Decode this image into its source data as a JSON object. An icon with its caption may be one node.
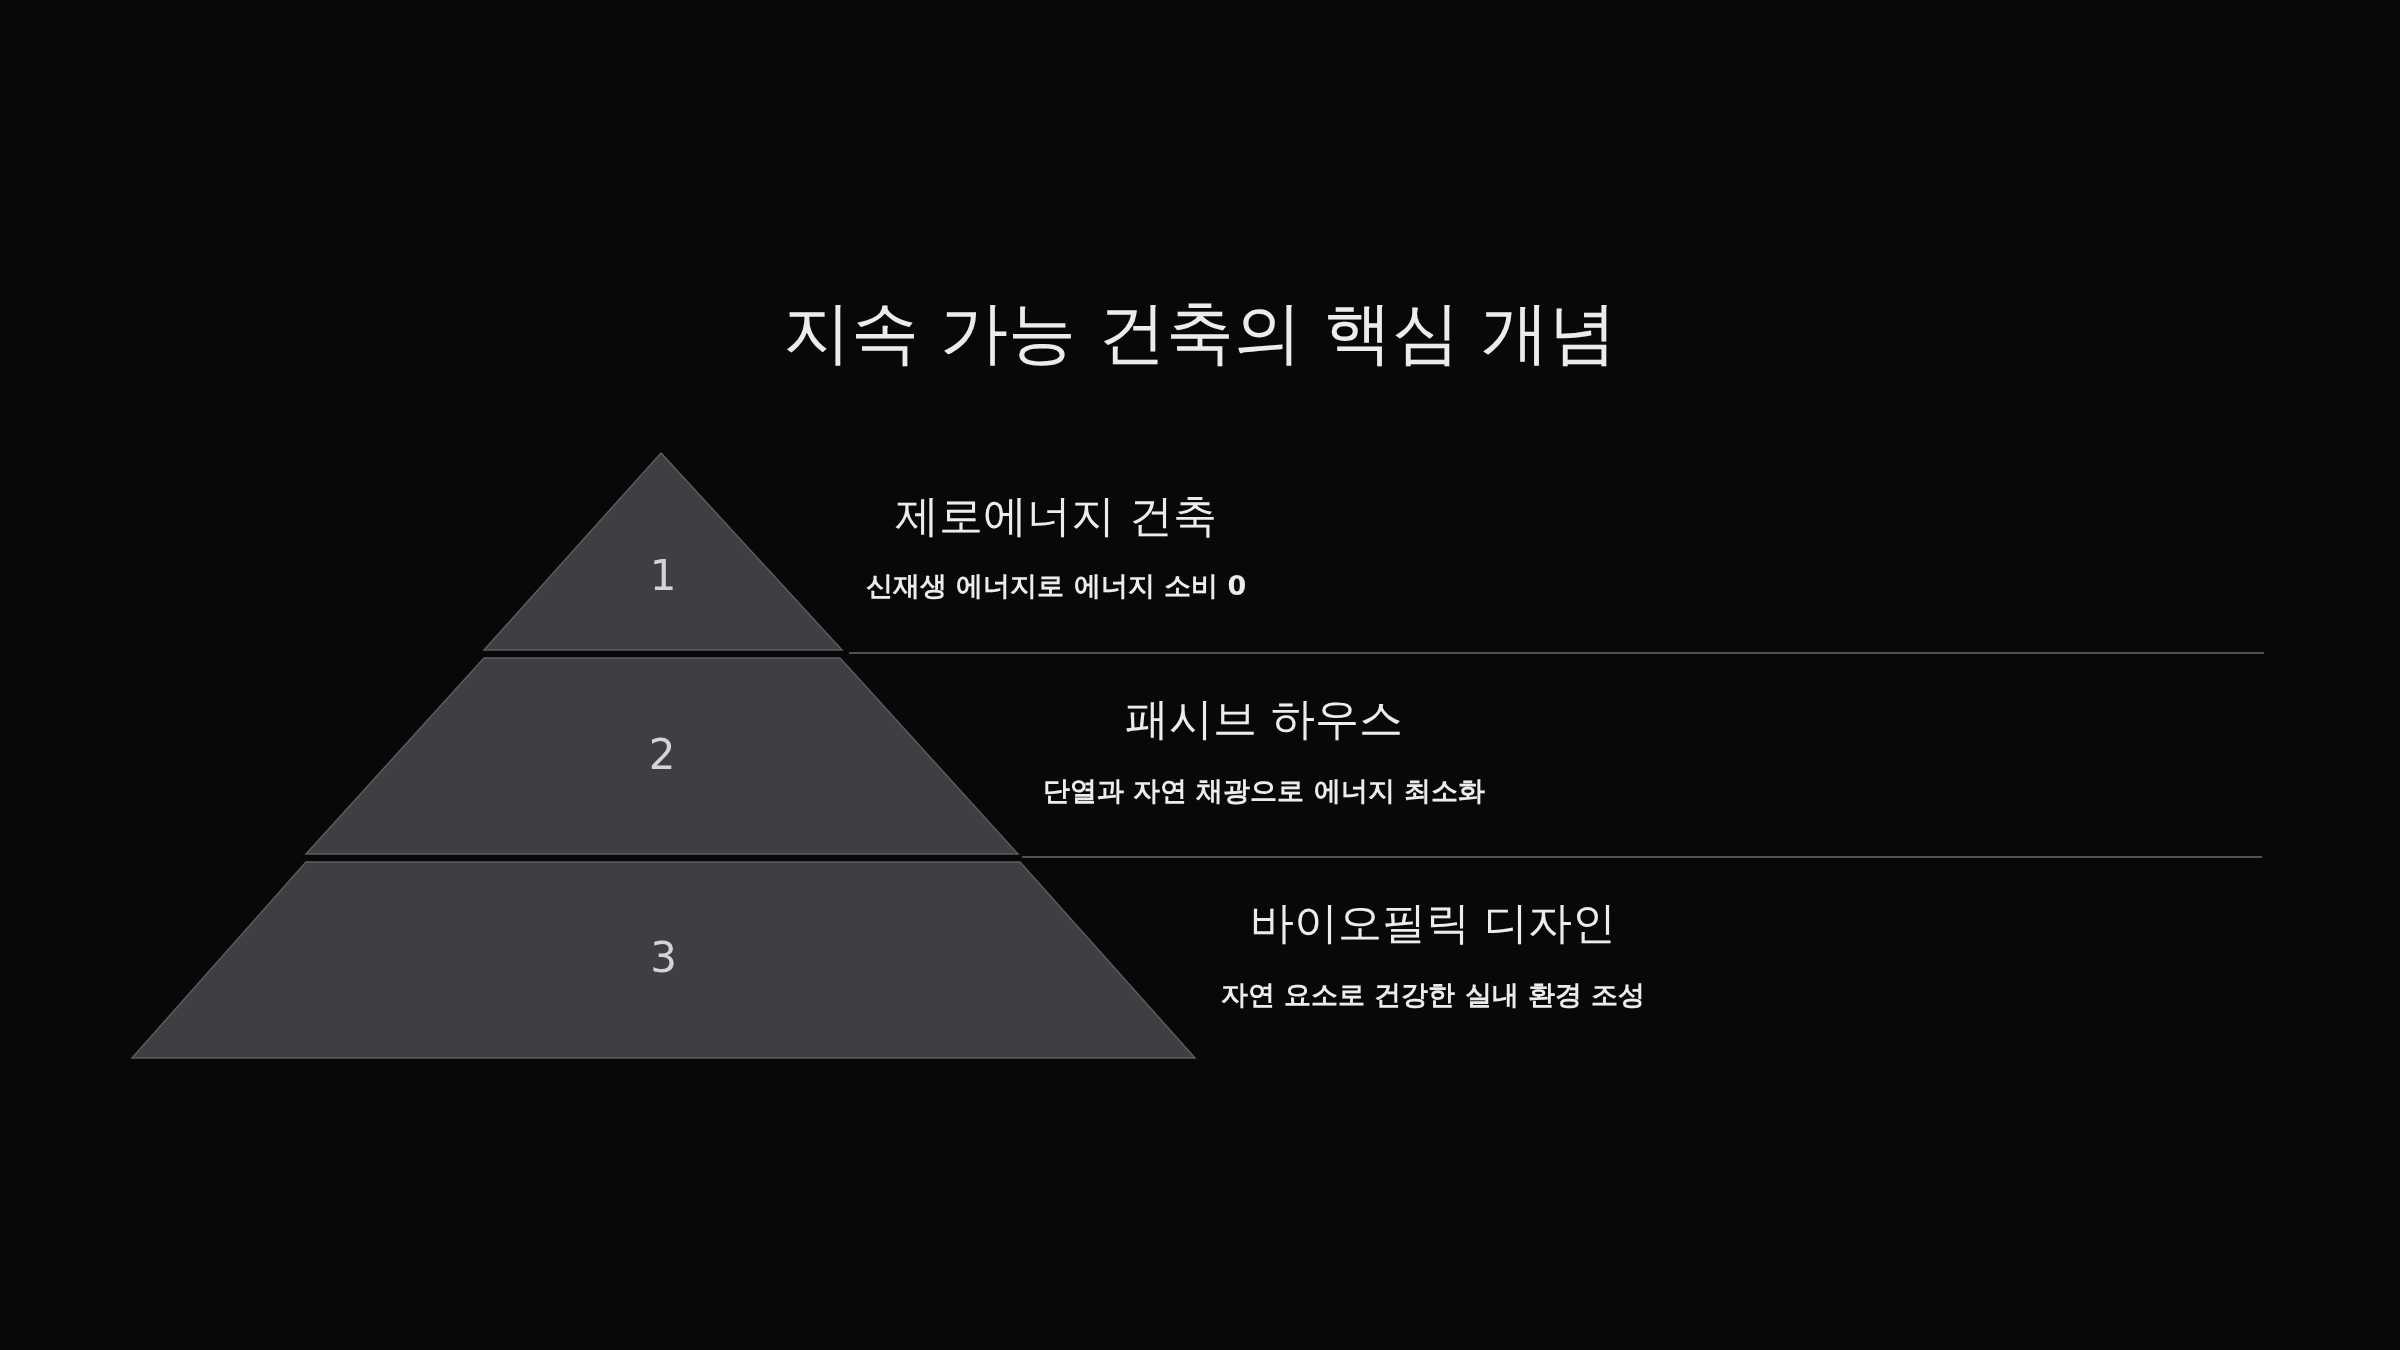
{
  "diagram": {
    "title": "지속 가능 건축의 핵심 개념",
    "nodes": [
      {
        "text": [
          "1"
        ],
        "beside": [
          "제로에너지 건축",
          "신재생 에너지로 에너지 소비 0"
        ]
      },
      {
        "text": [
          "2"
        ],
        "beside": [
          "패시브 하우스",
          "단열과 자연 채광으로 에너지 최소화"
        ]
      },
      {
        "text": [
          "3"
        ],
        "beside": [
          "바이오필릭 디자인",
          "자연 요소로 건강한 실내 환경 조성"
        ]
      }
    ],
    "edges": []
  }
}
